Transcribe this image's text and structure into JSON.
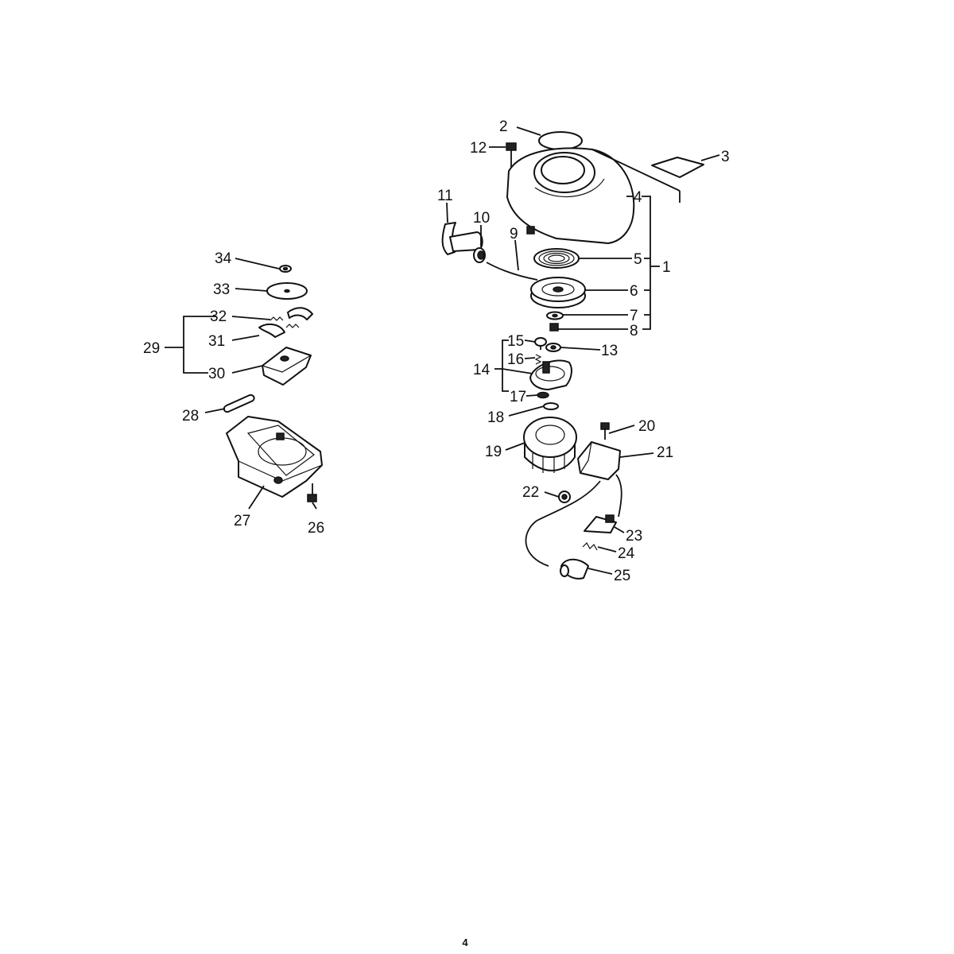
{
  "labels": {
    "p1": "1",
    "p2": "2",
    "p3": "3",
    "p4": "4",
    "p5": "5",
    "p6": "6",
    "p7": "7",
    "p8": "8",
    "p9": "9",
    "p10": "10",
    "p11": "11",
    "p12": "12",
    "p13": "13",
    "p14": "14",
    "p15": "15",
    "p16": "16",
    "p17": "17",
    "p18": "18",
    "p19": "19",
    "p20": "20",
    "p21": "21",
    "p22": "22",
    "p23": "23",
    "p24": "24",
    "p25": "25",
    "p26": "26",
    "p27": "27",
    "p28": "28",
    "p29": "29",
    "p30": "30",
    "p31": "31",
    "p32": "32",
    "p33": "33",
    "p34": "34"
  },
  "page_number": "4"
}
